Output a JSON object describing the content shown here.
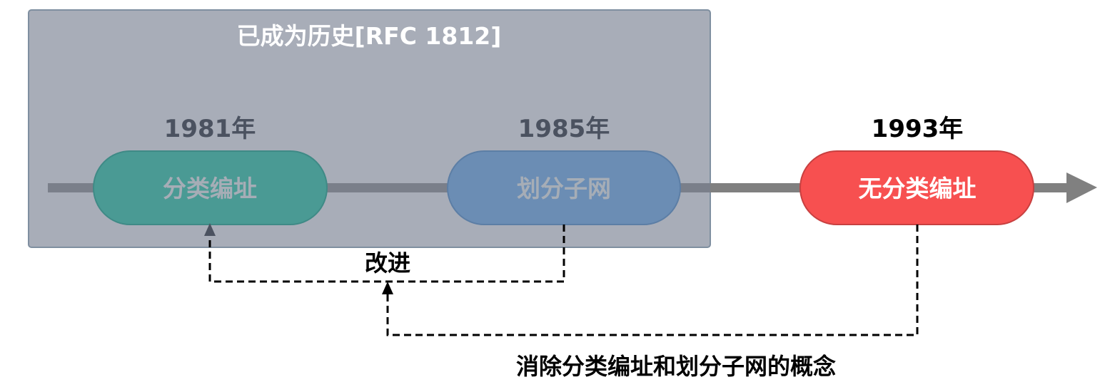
{
  "overlay": {
    "title": "已成为历史[RFC 1812]",
    "fill": "#a8adb8",
    "border": "#7f8fa0"
  },
  "timeline": {
    "bar_color": "#808080",
    "nodes": [
      {
        "year": "1981年",
        "label": "分类编址",
        "fill": "#4a9a94",
        "stroke": "#3f8a86",
        "text_color": "#a6adb6",
        "year_color": "#4b5260"
      },
      {
        "year": "1985年",
        "label": "划分子网",
        "fill": "#6b8db4",
        "stroke": "#5c7ea5",
        "text_color": "#a6adb6",
        "year_color": "#4b5260"
      },
      {
        "year": "1993年",
        "label": "无分类编址",
        "fill": "#f75050",
        "stroke": "#c84040",
        "text_color": "#ffffff",
        "year_color": "#000000"
      }
    ]
  },
  "connectors": [
    {
      "label": "改进",
      "from": "划分子网",
      "to": "分类编址"
    },
    {
      "label": "消除分类编址和划分子网的概念",
      "from": "无分类编址",
      "to": "改进"
    }
  ]
}
